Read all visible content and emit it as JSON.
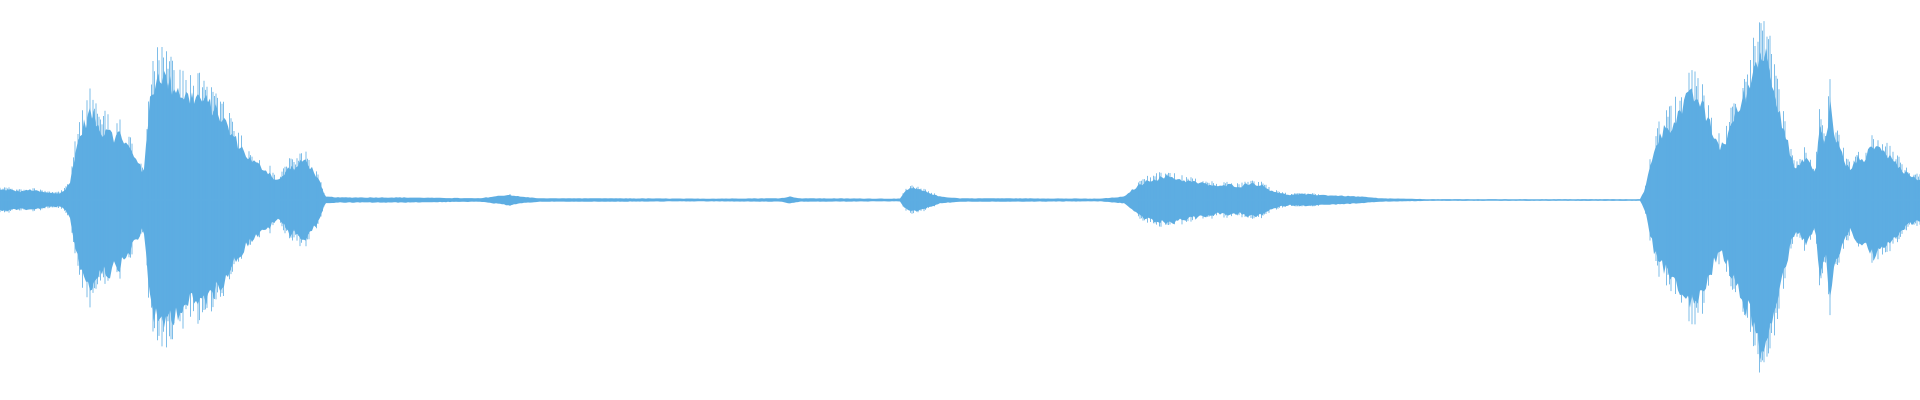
{
  "waveform": {
    "color": "#5DADE2",
    "background": "#FFFFFF",
    "amplitude_envelope": [
      [
        0,
        0.06
      ],
      [
        10,
        0.06
      ],
      [
        20,
        0.05
      ],
      [
        30,
        0.06
      ],
      [
        40,
        0.05
      ],
      [
        50,
        0.04
      ],
      [
        60,
        0.04
      ],
      [
        65,
        0.06
      ],
      [
        70,
        0.1
      ],
      [
        75,
        0.28
      ],
      [
        80,
        0.38
      ],
      [
        85,
        0.46
      ],
      [
        90,
        0.52
      ],
      [
        95,
        0.48
      ],
      [
        100,
        0.4
      ],
      [
        105,
        0.42
      ],
      [
        110,
        0.44
      ],
      [
        115,
        0.36
      ],
      [
        120,
        0.4
      ],
      [
        125,
        0.34
      ],
      [
        130,
        0.3
      ],
      [
        135,
        0.24
      ],
      [
        140,
        0.22
      ],
      [
        143,
        0.15
      ],
      [
        146,
        0.3
      ],
      [
        150,
        0.58
      ],
      [
        155,
        0.7
      ],
      [
        160,
        0.76
      ],
      [
        165,
        0.72
      ],
      [
        170,
        0.68
      ],
      [
        175,
        0.68
      ],
      [
        180,
        0.64
      ],
      [
        185,
        0.62
      ],
      [
        190,
        0.6
      ],
      [
        195,
        0.62
      ],
      [
        200,
        0.6
      ],
      [
        205,
        0.58
      ],
      [
        210,
        0.56
      ],
      [
        215,
        0.54
      ],
      [
        220,
        0.5
      ],
      [
        225,
        0.46
      ],
      [
        230,
        0.4
      ],
      [
        235,
        0.36
      ],
      [
        240,
        0.32
      ],
      [
        245,
        0.28
      ],
      [
        250,
        0.24
      ],
      [
        255,
        0.22
      ],
      [
        260,
        0.2
      ],
      [
        265,
        0.18
      ],
      [
        270,
        0.16
      ],
      [
        275,
        0.12
      ],
      [
        280,
        0.12
      ],
      [
        285,
        0.16
      ],
      [
        290,
        0.2
      ],
      [
        295,
        0.18
      ],
      [
        300,
        0.22
      ],
      [
        305,
        0.24
      ],
      [
        310,
        0.2
      ],
      [
        315,
        0.16
      ],
      [
        320,
        0.1
      ],
      [
        325,
        0.02
      ],
      [
        340,
        0.015
      ],
      [
        400,
        0.015
      ],
      [
        480,
        0.01
      ],
      [
        500,
        0.025
      ],
      [
        510,
        0.03
      ],
      [
        520,
        0.02
      ],
      [
        540,
        0.01
      ],
      [
        600,
        0.01
      ],
      [
        700,
        0.008
      ],
      [
        780,
        0.01
      ],
      [
        790,
        0.02
      ],
      [
        800,
        0.01
      ],
      [
        900,
        0.008
      ],
      [
        905,
        0.05
      ],
      [
        910,
        0.07
      ],
      [
        920,
        0.06
      ],
      [
        930,
        0.04
      ],
      [
        940,
        0.02
      ],
      [
        960,
        0.01
      ],
      [
        1000,
        0.01
      ],
      [
        1100,
        0.008
      ],
      [
        1125,
        0.02
      ],
      [
        1130,
        0.05
      ],
      [
        1140,
        0.09
      ],
      [
        1150,
        0.12
      ],
      [
        1160,
        0.13
      ],
      [
        1170,
        0.14
      ],
      [
        1180,
        0.12
      ],
      [
        1190,
        0.11
      ],
      [
        1200,
        0.1
      ],
      [
        1210,
        0.09
      ],
      [
        1220,
        0.08
      ],
      [
        1230,
        0.09
      ],
      [
        1240,
        0.08
      ],
      [
        1250,
        0.1
      ],
      [
        1260,
        0.09
      ],
      [
        1270,
        0.06
      ],
      [
        1280,
        0.04
      ],
      [
        1290,
        0.03
      ],
      [
        1300,
        0.035
      ],
      [
        1320,
        0.03
      ],
      [
        1340,
        0.025
      ],
      [
        1360,
        0.02
      ],
      [
        1380,
        0.01
      ],
      [
        1400,
        0.008
      ],
      [
        1430,
        0.005
      ],
      [
        1500,
        0.005
      ],
      [
        1600,
        0.005
      ],
      [
        1640,
        0.005
      ],
      [
        1645,
        0.06
      ],
      [
        1650,
        0.2
      ],
      [
        1655,
        0.32
      ],
      [
        1660,
        0.38
      ],
      [
        1665,
        0.42
      ],
      [
        1670,
        0.44
      ],
      [
        1675,
        0.48
      ],
      [
        1680,
        0.52
      ],
      [
        1685,
        0.58
      ],
      [
        1690,
        0.6
      ],
      [
        1695,
        0.62
      ],
      [
        1700,
        0.58
      ],
      [
        1705,
        0.52
      ],
      [
        1710,
        0.44
      ],
      [
        1715,
        0.36
      ],
      [
        1720,
        0.32
      ],
      [
        1725,
        0.34
      ],
      [
        1730,
        0.42
      ],
      [
        1735,
        0.5
      ],
      [
        1740,
        0.56
      ],
      [
        1745,
        0.62
      ],
      [
        1750,
        0.68
      ],
      [
        1755,
        0.8
      ],
      [
        1760,
        0.88
      ],
      [
        1765,
        0.86
      ],
      [
        1770,
        0.78
      ],
      [
        1775,
        0.66
      ],
      [
        1780,
        0.52
      ],
      [
        1785,
        0.4
      ],
      [
        1790,
        0.28
      ],
      [
        1795,
        0.18
      ],
      [
        1800,
        0.2
      ],
      [
        1805,
        0.26
      ],
      [
        1810,
        0.22
      ],
      [
        1815,
        0.14
      ],
      [
        1820,
        0.46
      ],
      [
        1825,
        0.3
      ],
      [
        1830,
        0.58
      ],
      [
        1835,
        0.38
      ],
      [
        1840,
        0.3
      ],
      [
        1845,
        0.22
      ],
      [
        1850,
        0.18
      ],
      [
        1855,
        0.22
      ],
      [
        1860,
        0.26
      ],
      [
        1865,
        0.24
      ],
      [
        1870,
        0.3
      ],
      [
        1875,
        0.34
      ],
      [
        1880,
        0.3
      ],
      [
        1885,
        0.28
      ],
      [
        1890,
        0.26
      ],
      [
        1895,
        0.22
      ],
      [
        1900,
        0.2
      ],
      [
        1905,
        0.16
      ],
      [
        1910,
        0.14
      ],
      [
        1920,
        0.12
      ]
    ]
  }
}
